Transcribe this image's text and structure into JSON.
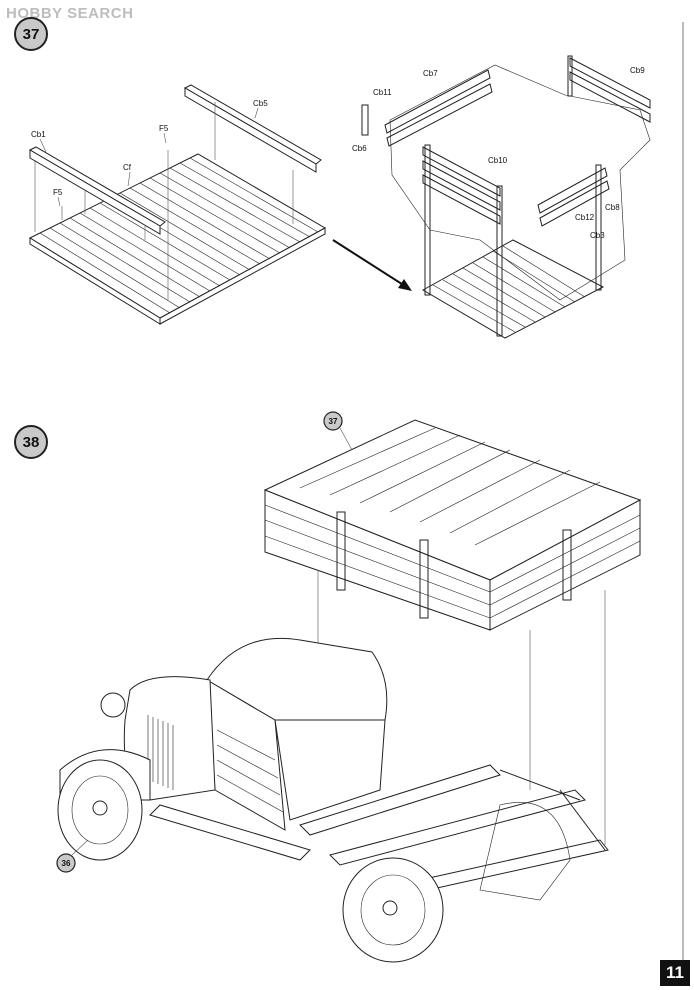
{
  "watermark": {
    "brand": "HOBBY SEARCH"
  },
  "page_number": "11",
  "steps": [
    {
      "number": "37"
    },
    {
      "number": "38"
    }
  ],
  "step37": {
    "floor_parts": {
      "cb1": "Cb1",
      "cf": "Cf",
      "f5_top": "F5",
      "f5_left": "F5",
      "cb5": "Cb5"
    },
    "box_parts": {
      "cb11": "Cb11",
      "cb7": "Cb7",
      "cb9": "Cb9",
      "cb6": "Cb6",
      "cb10": "Cb10",
      "cb8": "Cb8",
      "cb12": "Cb12",
      "cb3": "Cb3"
    }
  },
  "step38": {
    "ref_body": "37",
    "ref_chassis": "36"
  }
}
